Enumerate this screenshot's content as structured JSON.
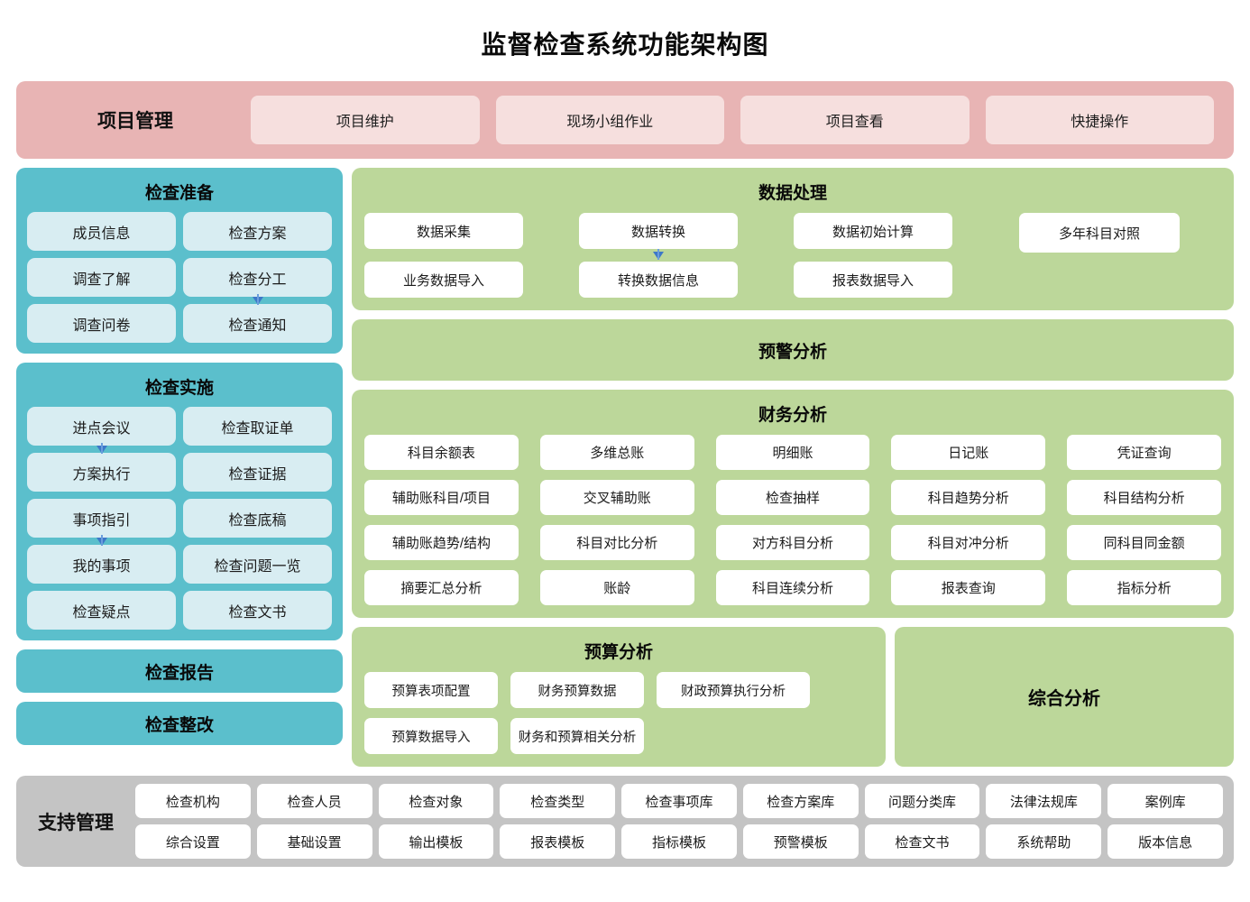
{
  "page": {
    "title": "监督检查系统功能架构图"
  },
  "colors": {
    "project_band": "#e8b4b4",
    "project_item": "#f6dfde",
    "teal_band": "#5bbfcc",
    "teal_item": "#d8edf2",
    "green_band": "#bcd79a",
    "white_item": "#ffffff",
    "support_band": "#c4c4c4",
    "arrow": "#3d78c8"
  },
  "project_management": {
    "title": "项目管理",
    "items": [
      {
        "label": "项目维护"
      },
      {
        "label": "现场小组作业"
      },
      {
        "label": "项目查看"
      },
      {
        "label": "快捷操作"
      }
    ]
  },
  "inspection_prepare": {
    "title": "检查准备",
    "items": [
      {
        "label": "成员信息",
        "arrow": false
      },
      {
        "label": "检查方案",
        "arrow": false
      },
      {
        "label": "调查了解",
        "arrow": false
      },
      {
        "label": "检查分工",
        "arrow": true
      },
      {
        "label": "调查问卷",
        "arrow": false
      },
      {
        "label": "检查通知",
        "arrow": false
      }
    ]
  },
  "inspection_execute": {
    "title": "检查实施",
    "items": [
      {
        "label": "进点会议",
        "arrow": true
      },
      {
        "label": "检查取证单",
        "arrow": false
      },
      {
        "label": "方案执行",
        "arrow": false
      },
      {
        "label": "检查证据",
        "arrow": false
      },
      {
        "label": "事项指引",
        "arrow": true
      },
      {
        "label": "检查底稿",
        "arrow": false
      },
      {
        "label": "我的事项",
        "arrow": false
      },
      {
        "label": "检查问题一览",
        "arrow": false
      },
      {
        "label": "检查疑点",
        "arrow": false
      },
      {
        "label": "检查文书",
        "arrow": false
      }
    ]
  },
  "inspection_report": {
    "title": "检查报告"
  },
  "inspection_rectify": {
    "title": "检查整改"
  },
  "data_processing": {
    "title": "数据处理",
    "grid_items": [
      {
        "label": "数据采集",
        "arrow": false
      },
      {
        "label": "数据转换",
        "arrow": true
      },
      {
        "label": "数据初始计算",
        "arrow": false
      },
      {
        "label": "业务数据导入",
        "arrow": false
      },
      {
        "label": "转换数据信息",
        "arrow": false
      },
      {
        "label": "报表数据导入",
        "arrow": false
      }
    ],
    "side_item": {
      "label": "多年科目对照"
    }
  },
  "warning_analysis": {
    "title": "预警分析"
  },
  "financial_analysis": {
    "title": "财务分析",
    "items": [
      {
        "label": "科目余额表"
      },
      {
        "label": "多维总账"
      },
      {
        "label": "明细账"
      },
      {
        "label": "日记账"
      },
      {
        "label": "凭证查询"
      },
      {
        "label": "辅助账科目/项目"
      },
      {
        "label": "交叉辅助账"
      },
      {
        "label": "检查抽样"
      },
      {
        "label": "科目趋势分析"
      },
      {
        "label": "科目结构分析"
      },
      {
        "label": "辅助账趋势/结构"
      },
      {
        "label": "科目对比分析"
      },
      {
        "label": "对方科目分析"
      },
      {
        "label": "科目对冲分析"
      },
      {
        "label": "同科目同金额"
      },
      {
        "label": "摘要汇总分析"
      },
      {
        "label": "账龄"
      },
      {
        "label": "科目连续分析"
      },
      {
        "label": "报表查询"
      },
      {
        "label": "指标分析"
      }
    ]
  },
  "budget_analysis": {
    "title": "预算分析",
    "items": [
      {
        "label": "预算表项配置",
        "overflow": false
      },
      {
        "label": "财务预算数据",
        "overflow": false
      },
      {
        "label": "财政预算执行分析",
        "overflow": false
      },
      {
        "label": "预算数据导入",
        "overflow": false
      },
      {
        "label": "财务和预算相关分析",
        "overflow": true
      },
      {
        "label": "",
        "overflow": false
      }
    ]
  },
  "comprehensive_analysis": {
    "title": "综合分析"
  },
  "support_management": {
    "title": "支持管理",
    "items": [
      {
        "label": "检查机构"
      },
      {
        "label": "检查人员"
      },
      {
        "label": "检查对象"
      },
      {
        "label": "检查类型"
      },
      {
        "label": "检查事项库"
      },
      {
        "label": "检查方案库"
      },
      {
        "label": "问题分类库"
      },
      {
        "label": "法律法规库"
      },
      {
        "label": "案例库"
      },
      {
        "label": "综合设置"
      },
      {
        "label": "基础设置"
      },
      {
        "label": "输出模板"
      },
      {
        "label": "报表模板"
      },
      {
        "label": "指标模板"
      },
      {
        "label": "预警模板"
      },
      {
        "label": "检查文书"
      },
      {
        "label": "系统帮助"
      },
      {
        "label": "版本信息"
      }
    ]
  }
}
